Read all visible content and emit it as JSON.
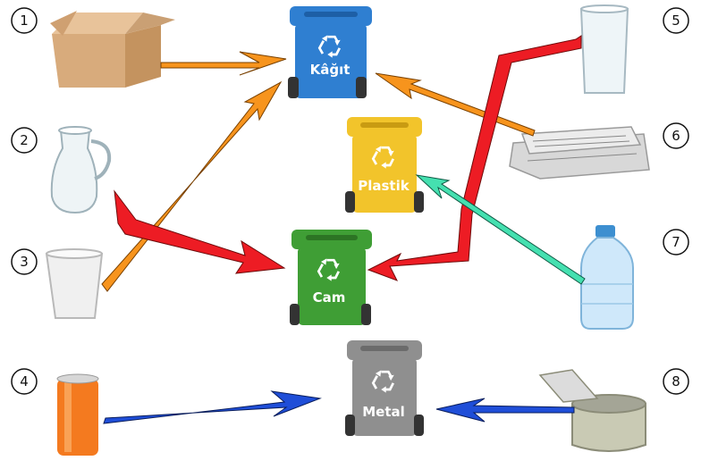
{
  "items": [
    {
      "number": "1",
      "icon": "cardboard-box-icon"
    },
    {
      "number": "2",
      "icon": "glass-jug-icon"
    },
    {
      "number": "3",
      "icon": "paper-cup-icon"
    },
    {
      "number": "4",
      "icon": "soda-can-icon"
    },
    {
      "number": "5",
      "icon": "drinking-glass-icon"
    },
    {
      "number": "6",
      "icon": "newspaper-icon"
    },
    {
      "number": "7",
      "icon": "plastic-bottle-icon"
    },
    {
      "number": "8",
      "icon": "tin-can-icon"
    }
  ],
  "bins": {
    "kagit": {
      "label": "Kâğıt",
      "color": "#2f7fd1",
      "icon": "recycle-icon"
    },
    "plastik": {
      "label": "Plastik",
      "color": "#f2c42b",
      "icon": "recycle-icon"
    },
    "cam": {
      "label": "Cam",
      "color": "#3f9e35",
      "icon": "recycle-icon"
    },
    "metal": {
      "label": "Metal",
      "color": "#8f8f8f",
      "icon": "recycle-icon"
    }
  },
  "arrows": [
    {
      "from": "1",
      "to": "Kâğıt",
      "color": "#f7941d"
    },
    {
      "from": "3",
      "to": "Kâğıt",
      "color": "#f7941d"
    },
    {
      "from": "6",
      "to": "Kâğıt",
      "color": "#f7941d"
    },
    {
      "from": "2",
      "to": "Cam",
      "color": "#ed1c24"
    },
    {
      "from": "5",
      "to": "Cam",
      "color": "#ed1c24"
    },
    {
      "from": "7",
      "to": "Plastik",
      "color": "#45e0b0"
    },
    {
      "from": "4",
      "to": "Metal",
      "color": "#1f4ed8"
    },
    {
      "from": "8",
      "to": "Metal",
      "color": "#1f4ed8"
    }
  ]
}
